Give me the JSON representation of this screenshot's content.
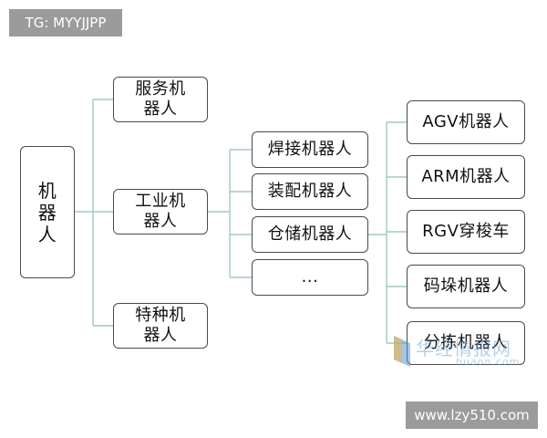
{
  "diagram": {
    "root": {
      "label": "机\n器\n人"
    },
    "level1": {
      "service": "服务机\n器人",
      "industrial": "工业机\n器人",
      "special": "特种机\n器人"
    },
    "level2": {
      "weld": "焊接机器人",
      "assembly": "装配机器人",
      "storage": "仓储机器人",
      "more": "..."
    },
    "level3": {
      "agv": "AGV机器人",
      "arm": "ARM机器人",
      "rgv": "RGV穿梭车",
      "stack": "码垛机器人",
      "sort": "分拣机器人"
    }
  },
  "watermarks": {
    "tg": "TG: MYYJJPP",
    "site": "www.lzy510.com",
    "overlay_cn": "华经情报网",
    "overlay_en": "huaon.com"
  },
  "colors": {
    "border": "#4a4a4a",
    "connector": "#9fc9c4",
    "badge": "#9b9b9b"
  }
}
